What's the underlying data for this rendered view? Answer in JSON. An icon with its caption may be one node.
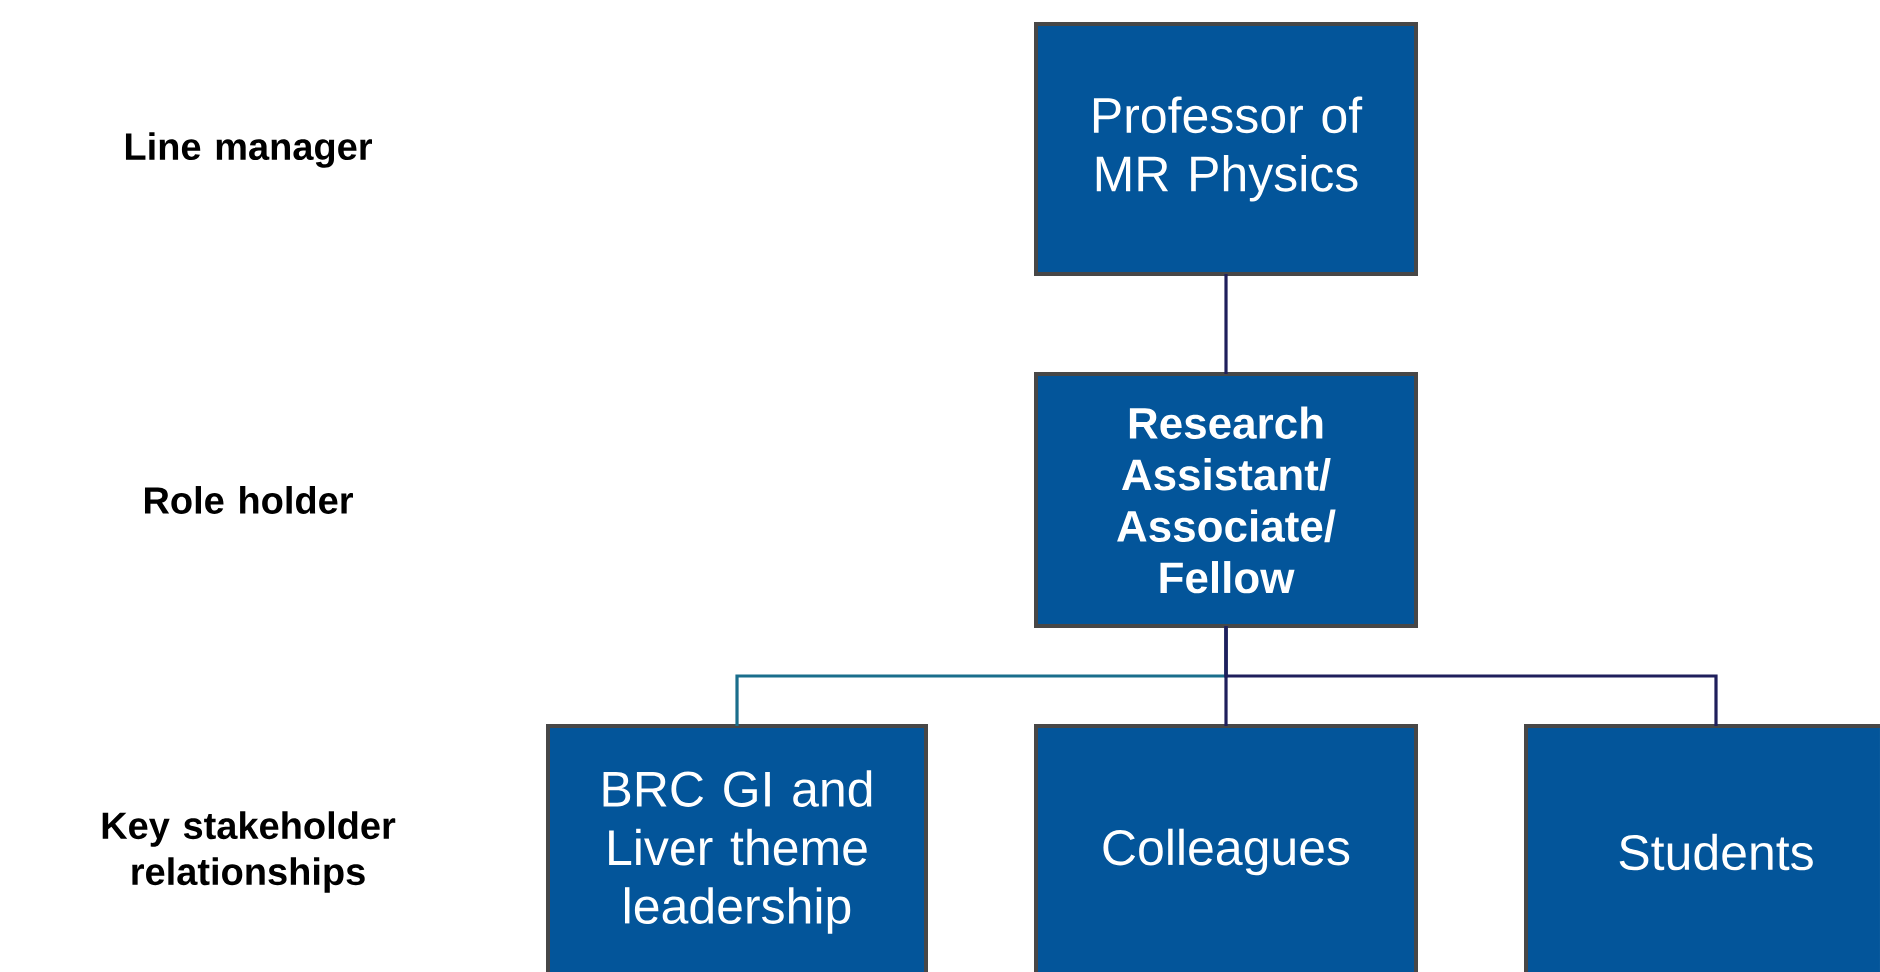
{
  "diagram": {
    "nodes": [
      {
        "text": [
          "Professor of MR Physics"
        ]
      },
      {
        "text": [
          "Research Assistant/ Associate/ Fellow"
        ]
      },
      {
        "text": [
          "BRC GI and Liver theme leadership"
        ]
      },
      {
        "text": [
          "Colleagues"
        ]
      },
      {
        "text": [
          "Students"
        ]
      }
    ],
    "edges": [
      {
        "from": 0,
        "to": 1,
        "arrow": "none"
      },
      {
        "from": 1,
        "to": 2,
        "arrow": "none",
        "color": "#1a6e8c"
      },
      {
        "from": 1,
        "to": 3,
        "arrow": "none"
      },
      {
        "from": 1,
        "to": 4,
        "arrow": "none"
      }
    ],
    "labels": [
      "Line manager",
      "Role holder",
      "Key stakeholder relationships"
    ]
  }
}
